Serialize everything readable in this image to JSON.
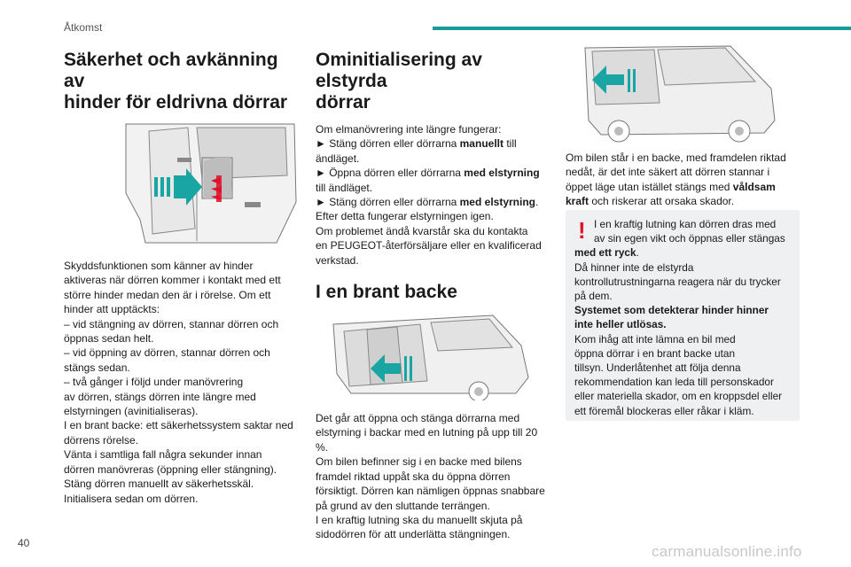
{
  "header": {
    "section": "Åtkomst"
  },
  "col1": {
    "title_l1": "Säkerhet och avkänning av",
    "title_l2": "hinder för eldrivna dörrar",
    "lines": [
      "Skyddsfunktionen som känner av hinder",
      "aktiveras när dörren kommer i kontakt med ett",
      "större hinder medan den är i rörelse. Om ett",
      "hinder att upptäckts:",
      "– vid stängning av dörren, stannar dörren och",
      "öppnas sedan helt.",
      "– vid öppning av dörren, stannar dörren och",
      "stängs sedan.",
      "– två gånger i följd under manövrering",
      "av dörren, stängs dörren inte längre med",
      "elstyrningen (avinitialiseras).",
      "I en brant backe: ett säkerhetssystem saktar ned",
      "dörrens rörelse.",
      "Vänta i samtliga fall några sekunder innan",
      "dörren manövreras (öppning eller stängning).",
      "Stäng dörren manuellt av säkerhetsskäl.",
      "Initialisera sedan om dörren."
    ]
  },
  "col2": {
    "title_l1": "Ominitialisering av elstyrda",
    "title_l2": "dörrar",
    "s1": {
      "l1": "Om elmanövrering inte längre fungerar:",
      "l2a": "► Stäng dörren eller dörrarna ",
      "l2b": "manuellt",
      "l2c": " till",
      "l3": "ändläget.",
      "l4a": "► Öppna dörren eller dörrarna ",
      "l4b": "med elstyrning",
      "l5": "till ändläget.",
      "l6a": "► Stäng dörren eller dörrarna ",
      "l6b": "med elstyrning",
      "l6c": ".",
      "l7": "Efter detta fungerar elstyrningen igen.",
      "l8": "Om problemet ändå kvarstår ska du kontakta",
      "l9": "en PEUGEOT-återförsäljare eller en kvalificerad",
      "l10": "verkstad."
    },
    "title2": "I en brant backe",
    "s2": [
      "Det går att öppna och stänga dörrarna med",
      "elstyrning i backar med en lutning på upp till 20",
      "%.",
      "Om bilen befinner sig i en backe med bilens",
      "framdel riktad uppåt ska du öppna dörren",
      "försiktigt. Dörren kan nämligen öppnas snabbare",
      "på grund av den sluttande terrängen.",
      "I en kraftig lutning ska du manuellt skjuta på",
      "sidodörren för att underlätta stängningen."
    ]
  },
  "col3": {
    "p1": {
      "l1": "Om bilen står i en backe, med framdelen riktad",
      "l2": "nedåt, är det inte säkert att dörren stannar i",
      "l3a": "öppet läge utan istället stängs med ",
      "l3b": "våldsam",
      "l4a": "kraft",
      "l4b": " och riskerar att orsaka skador."
    },
    "warn": {
      "icon_glyph": "!",
      "l1": "I en kraftig lutning kan dörren dras med",
      "l2": "av sin egen vikt och öppnas eller stängas",
      "l3a": "med ett ryck",
      "l3b": ".",
      "l4": "Då hinner inte de elstyrda",
      "l5": "kontrollutrustningarna reagera när du trycker",
      "l6": "på dem.",
      "l7": "Systemet som detekterar hinder hinner",
      "l8": "inte heller utlösas.",
      "l9": "Kom ihåg att inte lämna en bil med",
      "l10": "öppna dörrar i en brant backe utan",
      "l11": "tillsyn. Underlåtenhet att följa denna",
      "l12": "rekommendation kan leda till personskador",
      "l13": "eller materiella skador, om en kroppsdel eller",
      "l14": "ett föremål blockeras eller råkar i kläm."
    }
  },
  "footer": {
    "page": "40",
    "watermark": "carmanualsonline.info"
  },
  "colors": {
    "accent": "#1b9a9a",
    "arrow_teal": "#1aa5a5",
    "warning_red": "#e0102a",
    "warn_bg": "#eef0f1"
  }
}
